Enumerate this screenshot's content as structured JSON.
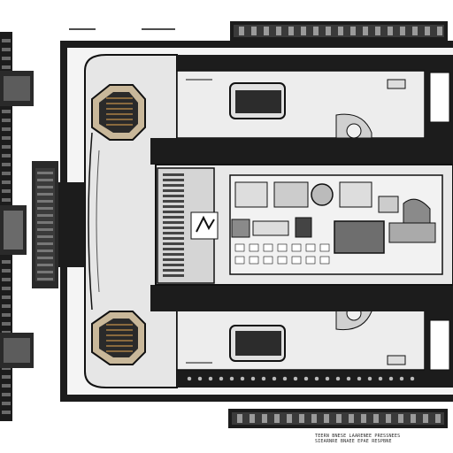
{
  "drawing": {
    "subject": "top-down technical line drawing of a vehicle / machine chassis",
    "colors": {
      "background": "#ffffff",
      "ink": "#111111",
      "dark_fill": "#1c1c1c",
      "mid_gray": "#8a8a8a",
      "light_gray": "#d9d9d9",
      "pale_gray": "#ececec",
      "bronze_accent": "#8a6a3e"
    },
    "caption_text": {
      "line1": "TEERN BNESE LAARENEE PRESSNEES",
      "line2": "SIEARNRE BNAEE EPAE RESPBNE"
    }
  }
}
